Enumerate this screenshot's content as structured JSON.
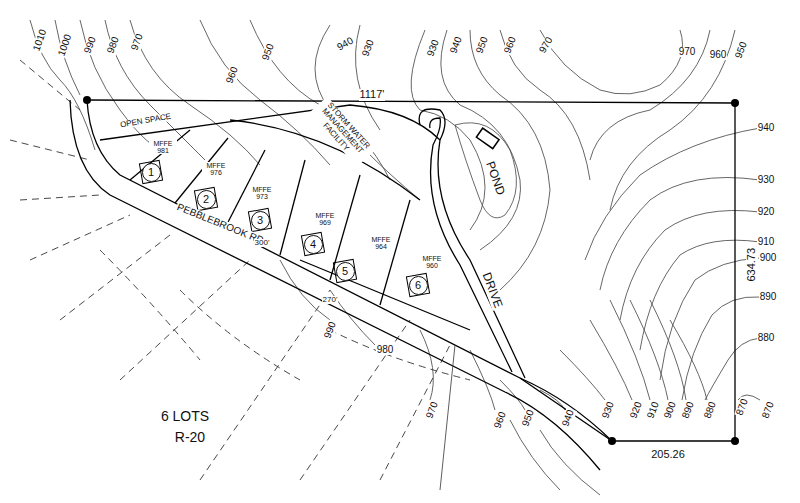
{
  "diagram": {
    "nodes": [
      {
        "text": [
          "1"
        ]
      },
      {
        "text": [
          "2"
        ]
      },
      {
        "text": [
          "3"
        ]
      },
      {
        "text": [
          "4"
        ]
      },
      {
        "text": [
          "5"
        ]
      },
      {
        "text": [
          "6"
        ]
      }
    ],
    "labels": [
      "1010",
      "1000",
      "990",
      "980",
      "970",
      "960",
      "950",
      "940",
      "930",
      "930",
      "940",
      "950",
      "960",
      "970",
      "970",
      "960",
      "950",
      "940",
      "930",
      "920",
      "910",
      "900",
      "890",
      "880",
      "870",
      "634.73",
      "1117'",
      "205.26",
      "OPEN SPACE",
      "STORM WATER MANAGEMENT FACILITY",
      "POND",
      "DRIVE",
      "PEBBLEBROOK RD",
      "MFFE 981",
      "MFFE 976",
      "MFFE 973",
      "MFFE 969",
      "MFFE 964",
      "MFFE 960",
      "300'",
      "270'",
      "990",
      "980",
      "970",
      "960",
      "950",
      "940",
      "930",
      "920",
      "910",
      "900",
      "890",
      "880",
      "870",
      "6 LOTS",
      "R-20"
    ]
  }
}
